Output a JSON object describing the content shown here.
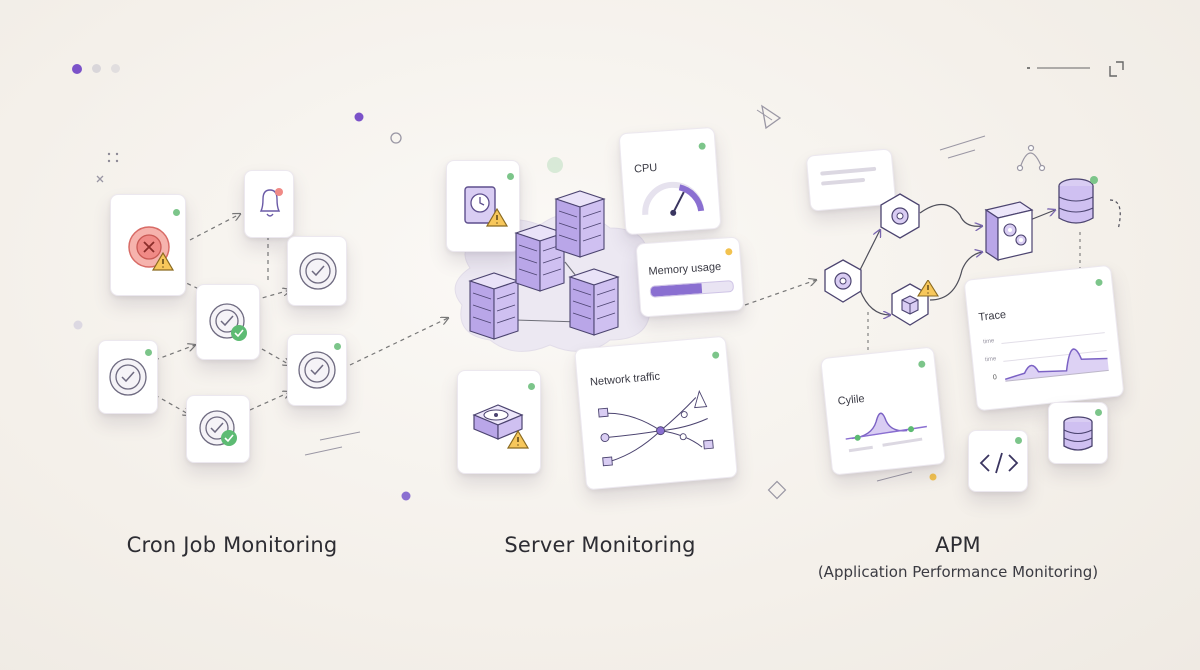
{
  "sections": {
    "cron": {
      "title": "Cron Job Monitoring"
    },
    "server": {
      "title": "Server Monitoring"
    },
    "apm": {
      "title": "APM",
      "subtitle": "(Application Performance Monitoring)"
    }
  },
  "cards": {
    "cpu": {
      "label": "CPU"
    },
    "memory": {
      "label": "Memory usage",
      "fill_fraction": 0.62
    },
    "network": {
      "label": "Network traffic"
    },
    "trace": {
      "label": "Trace",
      "axis_labels": [
        "time",
        "time",
        "0"
      ]
    },
    "cycle": {
      "label": "Cylile"
    }
  },
  "colors": {
    "accent_purple": "#8a6fd1",
    "light_purple": "#d9cdf3",
    "status_green": "#7cc58a",
    "warning_amber": "#f2c24f",
    "error_red": "#f08a86",
    "background": "#f6f2ec"
  },
  "icons": {
    "cron": [
      "error-icon",
      "warning-icon",
      "bell-icon",
      "check-refresh-icon",
      "check-icon"
    ],
    "server": [
      "clock-drive-icon",
      "server-rack-icon",
      "gauge-icon",
      "hard-disk-icon"
    ],
    "apm": [
      "gear-node-icon",
      "gears-box-icon",
      "database-icon",
      "cube-icon",
      "code-icon"
    ]
  }
}
